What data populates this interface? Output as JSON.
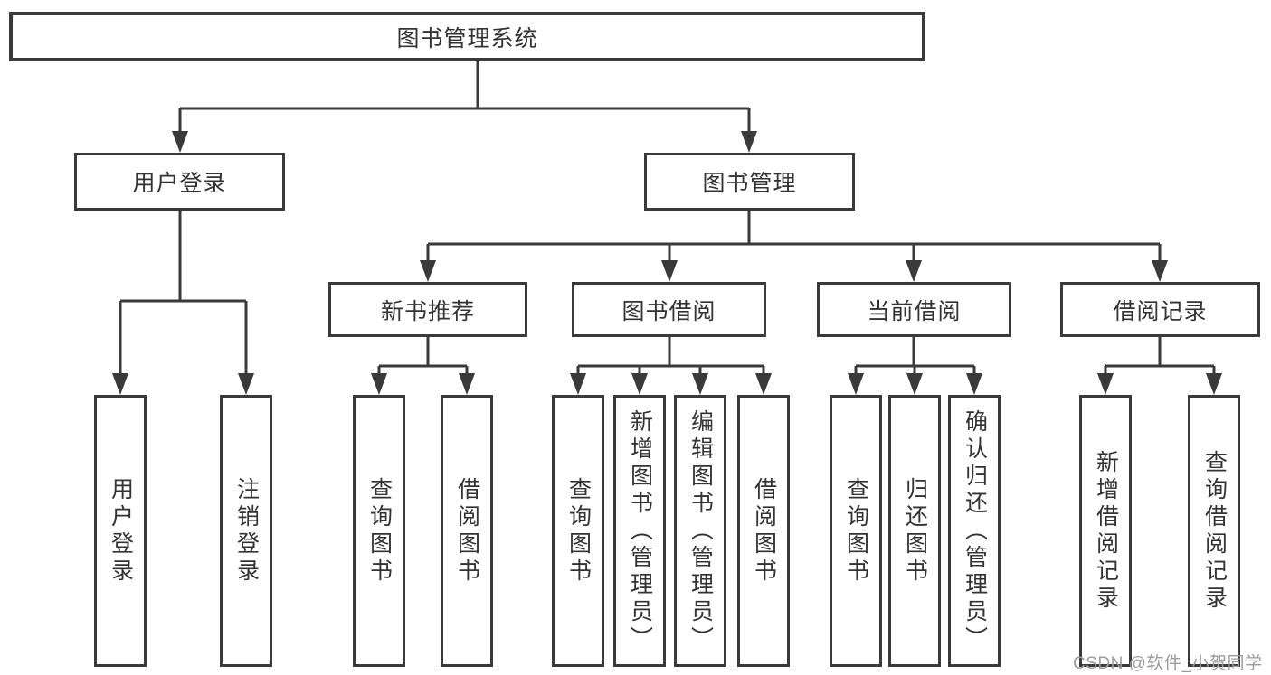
{
  "tree": {
    "label": "图书管理系统",
    "children": [
      {
        "label": "用户登录",
        "children": [
          {
            "label": "用户登录"
          },
          {
            "label": "注销登录"
          }
        ]
      },
      {
        "label": "图书管理",
        "children": [
          {
            "label": "新书推荐",
            "children": [
              {
                "label": "查询图书"
              },
              {
                "label": "借阅图书"
              }
            ]
          },
          {
            "label": "图书借阅",
            "children": [
              {
                "label": "查询图书"
              },
              {
                "label": "新增图书（管理员）"
              },
              {
                "label": "编辑图书（管理员）"
              },
              {
                "label": "借阅图书"
              }
            ]
          },
          {
            "label": "当前借阅",
            "children": [
              {
                "label": "查询图书"
              },
              {
                "label": "归还图书"
              },
              {
                "label": "确认归还（管理员）"
              }
            ]
          },
          {
            "label": "借阅记录",
            "children": [
              {
                "label": "新增借阅记录"
              },
              {
                "label": "查询借阅记录"
              }
            ]
          }
        ]
      }
    ]
  },
  "watermark": "CSDN @软件_小贺同学",
  "colors": {
    "line": "#3a3a3a",
    "box_border": "#3a3a3a",
    "text": "#333333",
    "watermark_text": "#9c9c9c",
    "background": "#ffffff"
  }
}
